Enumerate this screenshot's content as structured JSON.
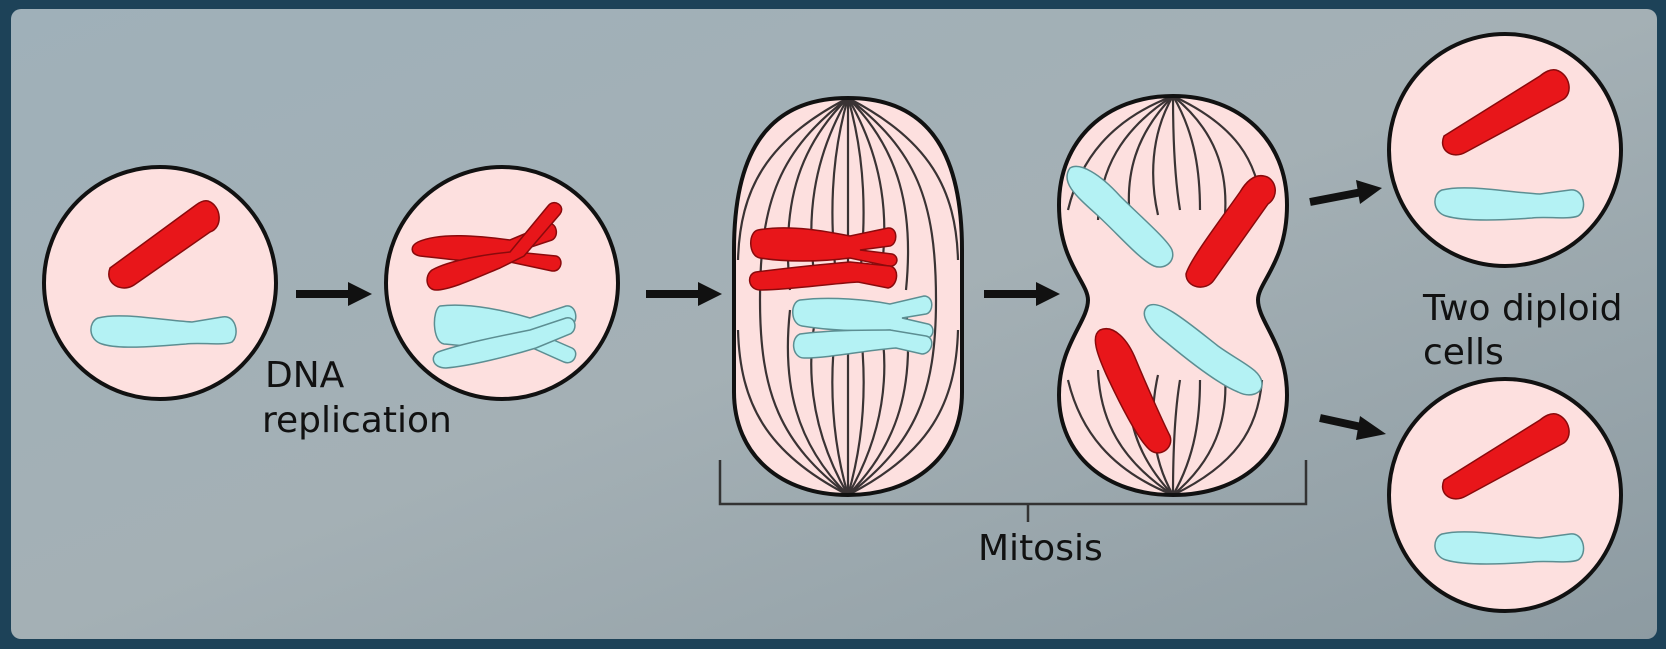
{
  "labels": {
    "dna_replication_line1": "DNA",
    "dna_replication_line2": "replication",
    "mitosis": "Mitosis",
    "two_diploid_line1": "Two diploid",
    "two_diploid_line2": "cells"
  },
  "colors": {
    "background_frame": "#1d4258",
    "background_panel": "#9aa9b0",
    "cell_fill": "#fde0df",
    "cell_stroke": "#111111",
    "chromosome_red": "#e8161a",
    "chromosome_cyan": "#b4f2f4",
    "spindle": "#3a3334",
    "arrow": "#111111",
    "label_text": "#111111"
  },
  "stages": [
    "single-cell",
    "replicated-cell",
    "metaphase-cell",
    "anaphase-cell",
    "daughter-cell-top",
    "daughter-cell-bottom"
  ]
}
